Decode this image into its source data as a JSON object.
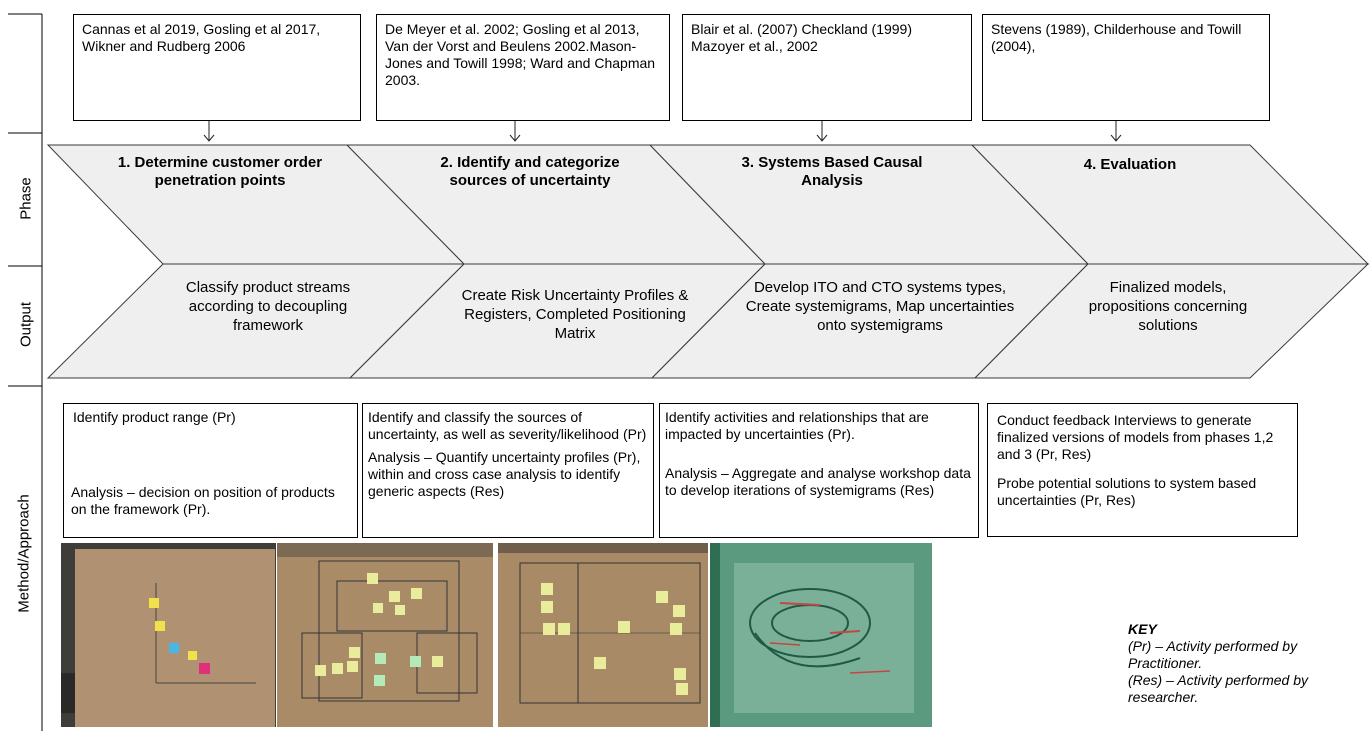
{
  "row_labels": {
    "phase": "Phase",
    "output": "Output",
    "method": "Method/Approach"
  },
  "references": [
    "Cannas et al 2019, Gosling et al 2017, Wikner and Rudberg 2006",
    "De Meyer et al. 2002; Gosling et al 2013, Van der Vorst and Beulens 2002.Mason-Jones and Towill 1998; Ward and Chapman 2003.",
    "Blair et al. (2007) Checkland (1999) Mazoyer et al., 2002",
    "Stevens (1989), Childerhouse and Towill (2004),"
  ],
  "phases": [
    {
      "title": "1. Determine customer order penetration points",
      "output": "Classify product streams according to decoupling framework"
    },
    {
      "title": "2. Identify and categorize sources of uncertainty",
      "output": "Create Risk Uncertainty Profiles & Registers, Completed Positioning Matrix"
    },
    {
      "title": "3. Systems Based Causal Analysis",
      "output": "Develop ITO and CTO systems types, Create systemigrams, Map uncertainties onto systemigrams"
    },
    {
      "title": "4. Evaluation",
      "output": "Finalized models, propositions concerning solutions"
    }
  ],
  "methods": [
    {
      "a": "Identify product range (Pr)",
      "b": "Analysis – decision on position of products on the framework (Pr)."
    },
    {
      "a": "Identify and classify the sources of uncertainty, as well as severity/likelihood (Pr)",
      "b": "Analysis – Quantify uncertainty profiles (Pr), within and cross case analysis to identify generic aspects (Res)"
    },
    {
      "a": "Identify activities and relationships that are impacted by uncertainties (Pr).",
      "b": "Analysis – Aggregate and analyse workshop data to develop iterations of systemigrams (Res)"
    },
    {
      "a": "Conduct feedback Interviews to generate finalized versions of models from phases 1,2 and 3 (Pr, Res)",
      "b": "Probe potential solutions to system based uncertainties (Pr, Res)"
    }
  ],
  "key": {
    "title": "KEY",
    "line1": "(Pr) –  Activity performed by Practitioner.",
    "line2": "(Res) – Activity performed by researcher."
  },
  "colors": {
    "chevron_fill": "#efefef",
    "stroke": "#3a3a3a",
    "paper": "#b0906a",
    "whiteboard": "#2f6e52"
  }
}
